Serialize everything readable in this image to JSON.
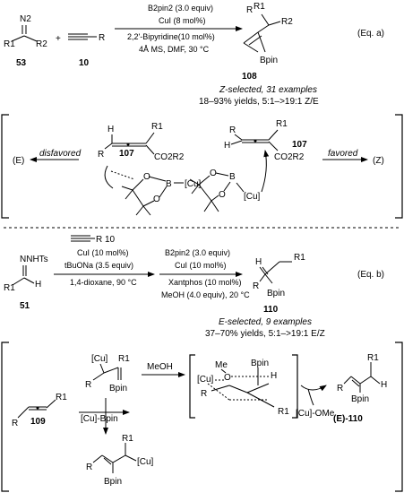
{
  "eq_a": {
    "tag": "(Eq. a)",
    "left_label_diazo": "53",
    "left_label_alkyne": "10",
    "plus": "+",
    "diazo_N2": "N2",
    "diazo_R1": "R1",
    "diazo_R2": "R2",
    "alkyne_R": "R",
    "conditions": [
      "B2pin2 (3.0 equiv)",
      "CuI (8 mol%)",
      "2,2'-Bipyridine(10 mol%)",
      "4Å MS, DMF, 30 °C"
    ],
    "product_label": "108",
    "product_R": "R",
    "product_R1": "R1",
    "product_R2": "R2",
    "product_Bpin": "Bpin",
    "selectivity": "Z-selected, 31 examples",
    "yields": "18–93% yields, 5:1–>19:1 Z/E",
    "mech_left_label": "107",
    "mech_right_label": "107",
    "disfavored": "disfavored",
    "favored": "favored",
    "E_out": "(E)",
    "Z_out": "(Z)",
    "cu_label": "[Cu]",
    "co2r2": "CO2R2",
    "H": "H",
    "R": "R",
    "R1": "R1",
    "B": "B",
    "O": "O"
  },
  "eq_b": {
    "tag": "(Eq. b)",
    "hydrazone_label": "51",
    "hydrazone_NNHTs": "NNHTs",
    "hydrazone_R1": "R1",
    "hydrazone_H": "H",
    "step1_reagent": "R 10",
    "step1_conditions": [
      "CuI (10 mol%)",
      "tBuONa (3.5 equiv)",
      "1,4-dioxane, 90 °C"
    ],
    "step2_conditions": [
      "B2pin2 (3.0 equiv)",
      "CuI (10 mol%)",
      "Xantphos (10 mol%)",
      "MeOH (4.0 equiv), 20 °C"
    ],
    "product_label": "110",
    "product_R": "R",
    "product_R1": "R1",
    "product_H": "H",
    "product_Bpin": "Bpin",
    "selectivity": "E-selected, 9 examples",
    "yields": "37–70% yields, 5:1–>19:1 E/Z",
    "allene_label": "109",
    "cu_bpin": "[Cu]-Bpin",
    "meoh": "MeOH",
    "cu_ome": "[Cu]-OMe",
    "final_label": "(E)-110",
    "cu": "[Cu]",
    "Bpin": "Bpin",
    "Me": "Me",
    "O": "O",
    "H": "H",
    "R": "R",
    "R1": "R1"
  }
}
